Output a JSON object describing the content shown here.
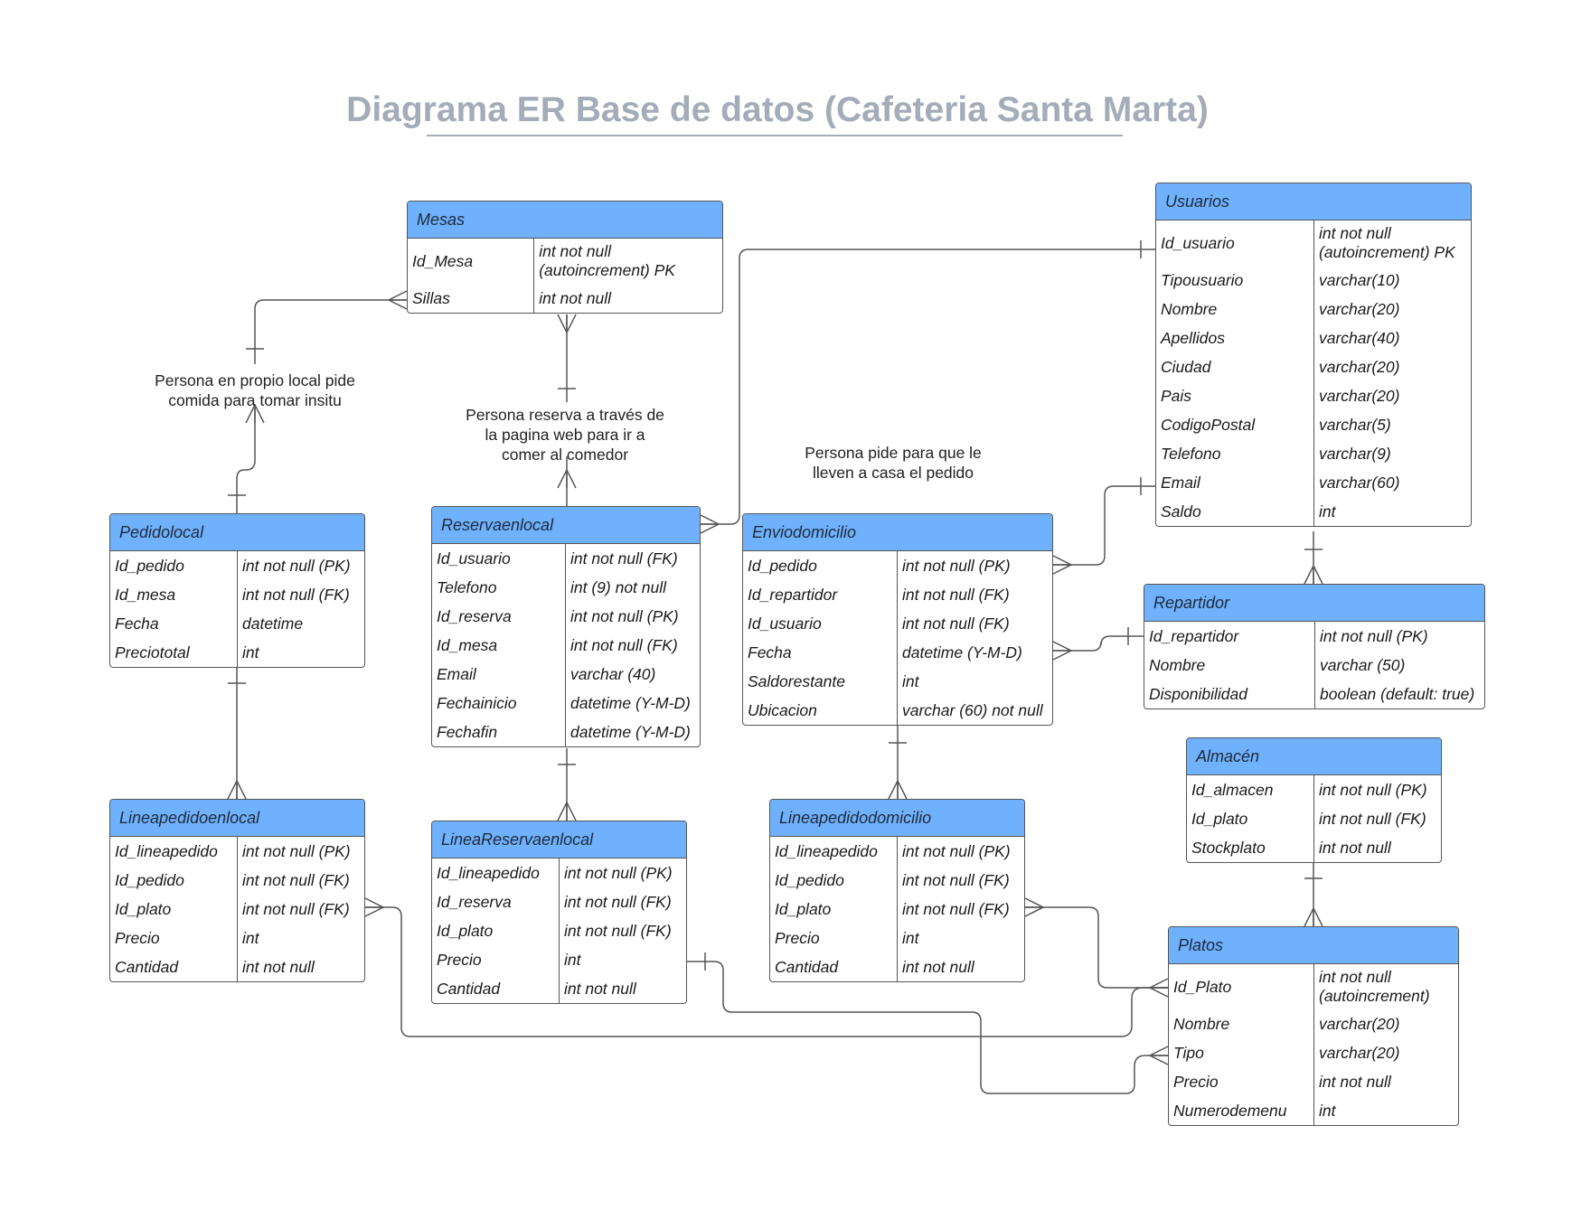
{
  "title": "Diagrama ER Base de datos (Cafeteria Santa Marta)",
  "colors": {
    "header": "#6fb1fc",
    "title": "#a4acb8",
    "line": "#555555"
  },
  "notes": [
    {
      "id": "note-local",
      "text": "Persona en propio local pide\ncomida para tomar insitu"
    },
    {
      "id": "note-web",
      "text": "Persona reserva a través de\nla pagina web para ir a\ncomer al comedor"
    },
    {
      "id": "note-domicilio",
      "text": "Persona pide para que le\nlleven a casa el pedido"
    }
  ],
  "entities": [
    {
      "id": "mesas",
      "name": "Mesas",
      "rows": [
        {
          "field": "Id_Mesa",
          "type": "int not null\n(autoincrement) PK"
        },
        {
          "field": "Sillas",
          "type": "int not null"
        }
      ]
    },
    {
      "id": "usuarios",
      "name": "Usuarios",
      "rows": [
        {
          "field": "Id_usuario",
          "type": "int not null\n(autoincrement) PK"
        },
        {
          "field": "Tipousuario",
          "type": "varchar(10)"
        },
        {
          "field": "Nombre",
          "type": "varchar(20)"
        },
        {
          "field": "Apellidos",
          "type": "varchar(40)"
        },
        {
          "field": "Ciudad",
          "type": "varchar(20)"
        },
        {
          "field": "Pais",
          "type": "varchar(20)"
        },
        {
          "field": "CodigoPostal",
          "type": "varchar(5)"
        },
        {
          "field": "Telefono",
          "type": "varchar(9)"
        },
        {
          "field": "Email",
          "type": "varchar(60)"
        },
        {
          "field": "Saldo",
          "type": "int"
        }
      ]
    },
    {
      "id": "pedidolocal",
      "name": "Pedidolocal",
      "rows": [
        {
          "field": "Id_pedido",
          "type": "int not null (PK)"
        },
        {
          "field": "Id_mesa",
          "type": "int not null (FK)"
        },
        {
          "field": "Fecha",
          "type": "datetime"
        },
        {
          "field": "Preciototal",
          "type": "int"
        }
      ]
    },
    {
      "id": "reservaenlocal",
      "name": "Reservaenlocal",
      "rows": [
        {
          "field": "Id_usuario",
          "type": "int not null (FK)"
        },
        {
          "field": "Telefono",
          "type": "int (9) not null"
        },
        {
          "field": "Id_reserva",
          "type": "int not null (PK)"
        },
        {
          "field": "Id_mesa",
          "type": "int not null (FK)"
        },
        {
          "field": "Email",
          "type": "varchar (40)"
        },
        {
          "field": "Fechainicio",
          "type": "datetime (Y-M-D)"
        },
        {
          "field": "Fechafin",
          "type": "datetime (Y-M-D)"
        }
      ]
    },
    {
      "id": "enviodomicilio",
      "name": "Enviodomicilio",
      "rows": [
        {
          "field": "Id_pedido",
          "type": "int not null (PK)"
        },
        {
          "field": "Id_repartidor",
          "type": "int not null (FK)"
        },
        {
          "field": "Id_usuario",
          "type": "int not null (FK)"
        },
        {
          "field": "Fecha",
          "type": "datetime (Y-M-D)"
        },
        {
          "field": "Saldorestante",
          "type": "int"
        },
        {
          "field": "Ubicacion",
          "type": "varchar (60) not null"
        }
      ]
    },
    {
      "id": "repartidor",
      "name": "Repartidor",
      "rows": [
        {
          "field": "Id_repartidor",
          "type": "int not null (PK)"
        },
        {
          "field": "Nombre",
          "type": "varchar (50)"
        },
        {
          "field": "Disponibilidad",
          "type": "boolean (default: true)"
        }
      ]
    },
    {
      "id": "almacen",
      "name": "Almacén",
      "rows": [
        {
          "field": "Id_almacen",
          "type": "int not null (PK)"
        },
        {
          "field": "Id_plato",
          "type": "int not null (FK)"
        },
        {
          "field": "Stockplato",
          "type": "int not null"
        }
      ]
    },
    {
      "id": "lineapedidoenlocal",
      "name": "Lineapedidoenlocal",
      "rows": [
        {
          "field": "Id_lineapedido",
          "type": "int not null (PK)"
        },
        {
          "field": "Id_pedido",
          "type": "int not null (FK)"
        },
        {
          "field": "Id_plato",
          "type": "int not null (FK)"
        },
        {
          "field": "Precio",
          "type": "int"
        },
        {
          "field": "Cantidad",
          "type": "int not null"
        }
      ]
    },
    {
      "id": "lineareservaenlocal",
      "name": "LineaReservaenlocal",
      "rows": [
        {
          "field": "Id_lineapedido",
          "type": "int not null (PK)"
        },
        {
          "field": "Id_reserva",
          "type": "int not null (FK)"
        },
        {
          "field": "Id_plato",
          "type": "int not null (FK)"
        },
        {
          "field": "Precio",
          "type": "int"
        },
        {
          "field": "Cantidad",
          "type": "int not null"
        }
      ]
    },
    {
      "id": "lineapedidodomicilio",
      "name": "Lineapedidodomicilio",
      "rows": [
        {
          "field": "Id_lineapedido",
          "type": "int not null (PK)"
        },
        {
          "field": "Id_pedido",
          "type": "int not null (FK)"
        },
        {
          "field": "Id_plato",
          "type": "int not null (FK)"
        },
        {
          "field": "Precio",
          "type": "int"
        },
        {
          "field": "Cantidad",
          "type": "int not null"
        }
      ]
    },
    {
      "id": "platos",
      "name": "Platos",
      "rows": [
        {
          "field": "Id_Plato",
          "type": "int not null\n(autoincrement)"
        },
        {
          "field": "Nombre",
          "type": "varchar(20)"
        },
        {
          "field": "Tipo",
          "type": "varchar(20)"
        },
        {
          "field": "Precio",
          "type": "int not null"
        },
        {
          "field": "Numerodemenu",
          "type": "int"
        }
      ]
    }
  ]
}
